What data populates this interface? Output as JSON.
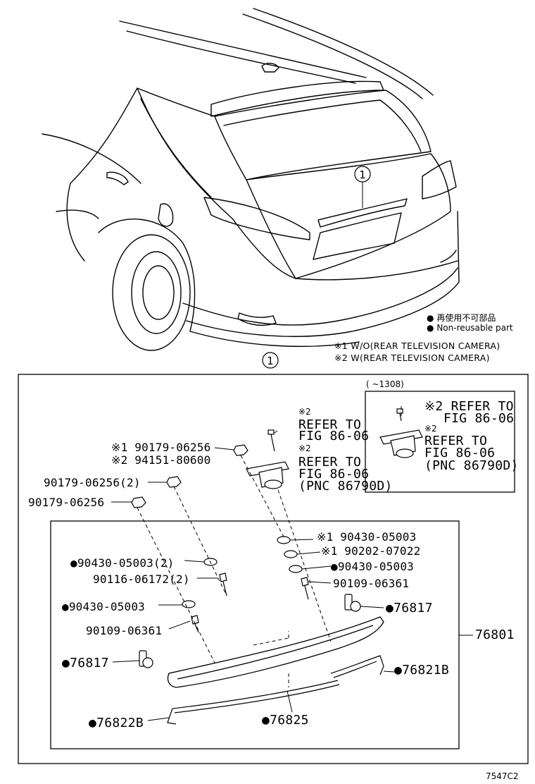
{
  "legend": {
    "jp_label": "再使用不可部品",
    "en_label": "Non-reusable part"
  },
  "notes": [
    "※1 W/O(REAR TELEVISION CAMERA)",
    "※2 W(REAR TELEVISION CAMERA)"
  ],
  "callout_number": "1",
  "inset": {
    "date_range": "(      ~1308)",
    "labels": [
      "※2 REFER TO",
      "FIG 86-06",
      "※2",
      "REFER TO",
      "FIG 86-06",
      "(PNC 86790D)"
    ]
  },
  "refer_labels": [
    "※2",
    "REFER TO",
    "FIG 86-06",
    "※2",
    "REFER TO",
    "FIG 86-06",
    "(PNC 86790D)"
  ],
  "parts": {
    "p1": "※1 90179-06256",
    "p2": "※2 94151-80600",
    "p3": "90179-06256(2)",
    "p4": "90179-06256",
    "p5": "※1 90430-05003",
    "p6": "※1 90202-07022",
    "p7": "●90430-05003(2)",
    "p8": "●90430-05003",
    "p9": "90116-06172(2)",
    "p10": "90109-06361",
    "p11": "●90430-05003",
    "p12": "90109-06361",
    "p13": "●76817",
    "p14": "●76817",
    "p15": "●76821B",
    "p16": "●76822B",
    "p17": "●76825",
    "p18": "76801"
  },
  "figure_code": "7547C2"
}
